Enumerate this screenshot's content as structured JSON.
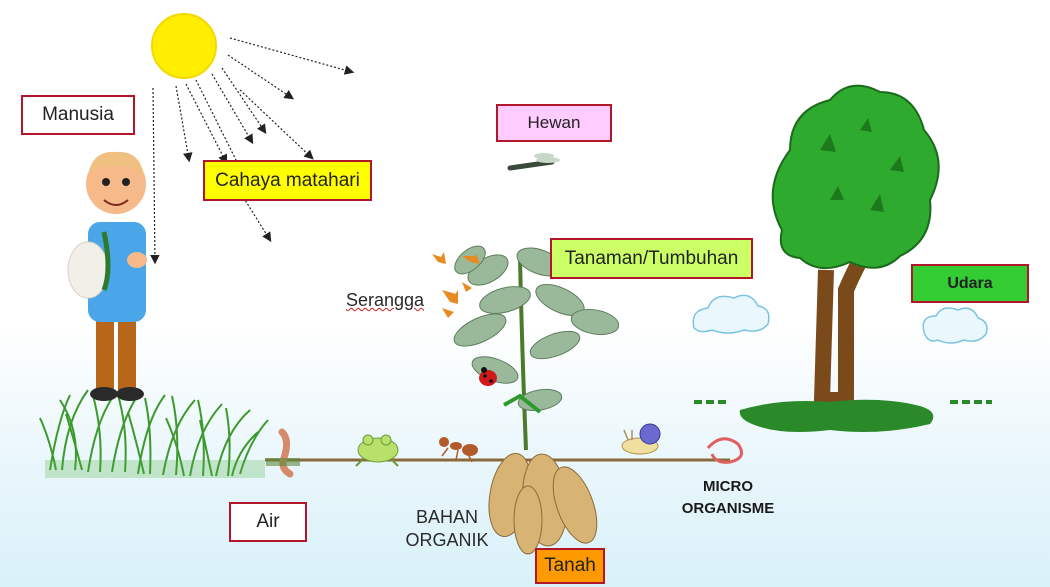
{
  "labels": {
    "manusia": "Manusia",
    "cahaya_matahari": "Cahaya matahari",
    "hewan": "Hewan",
    "tanaman": "Tanaman/Tumbuhan",
    "udara": "Udara",
    "serangga": "Serangga",
    "air": "Air",
    "tanah": "Tanah",
    "bahan_organik": [
      "BAHAN",
      "ORGANIK"
    ],
    "micro_organisme": [
      "MICRO",
      "ORGANISME"
    ]
  },
  "colors": {
    "label_border": "#b3162a",
    "manusia_bg": "#ffffff",
    "cahaya_bg": "#ffff00",
    "hewan_bg": "#ffccff",
    "tanaman_bg": "#ccff66",
    "udara_bg": "#33cc33",
    "air_bg": "#ffffff",
    "tanah_bg": "#ff9900",
    "sun": "#ffee00",
    "tree_leaves": "#2eaa2e",
    "tree_trunk": "#7a4a1a",
    "ground_line": "#8a6a3a"
  },
  "icons": [
    "sun-icon",
    "human-figure-icon",
    "grass-icon",
    "plant-icon",
    "tree-icon",
    "cloud-icon",
    "dragonfly-icon",
    "butterfly-icon",
    "ladybug-icon",
    "worm-icon",
    "frog-icon",
    "ant-icon",
    "snail-icon",
    "cassava-root-icon"
  ]
}
